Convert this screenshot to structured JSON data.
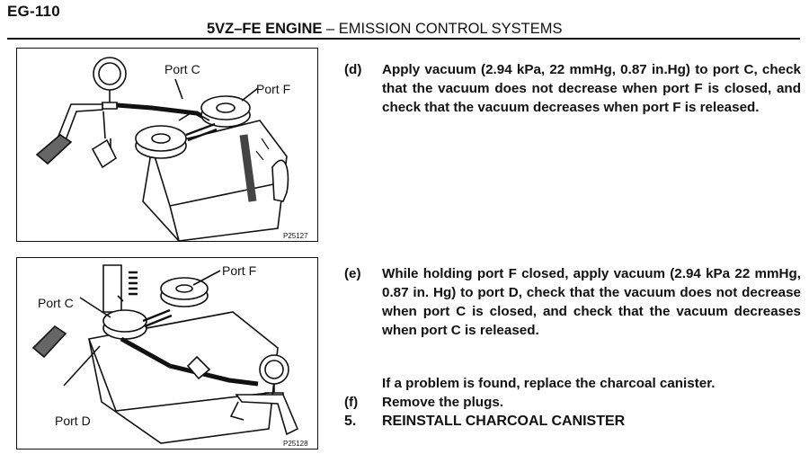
{
  "header": {
    "page_number": "EG-110",
    "title_main": "5VZ–FE ENGINE",
    "title_sub": "– EMISSION CONTROL SYSTEMS"
  },
  "figures": [
    {
      "labels": [
        "Port C",
        "Port F"
      ],
      "code": "P25127"
    },
    {
      "labels": [
        "Port F",
        "Port C",
        "Port D"
      ],
      "code": "P25128"
    }
  ],
  "steps": [
    {
      "mark": "(d)",
      "text": "Apply vacuum (2.94 kPa, 22 mmHg, 0.87 in.Hg) to port C, check that the vacuum does not decrease when port F is closed, and check that the vacuum decreases when port F is released."
    },
    {
      "mark": "(e)",
      "text": "While holding port F closed, apply vacuum (2.94 kPa 22 mmHg, 0.87 in. Hg) to port D, check that the vacuum does not decrease when port C is closed, and check that the vacuum decreases when port C is released."
    },
    {
      "mark": "",
      "text": "If a problem is found, replace the charcoal canister."
    },
    {
      "mark": "(f)",
      "text": "Remove the plugs."
    },
    {
      "mark": "5.",
      "text": "REINSTALL CHARCOAL CANISTER"
    }
  ]
}
